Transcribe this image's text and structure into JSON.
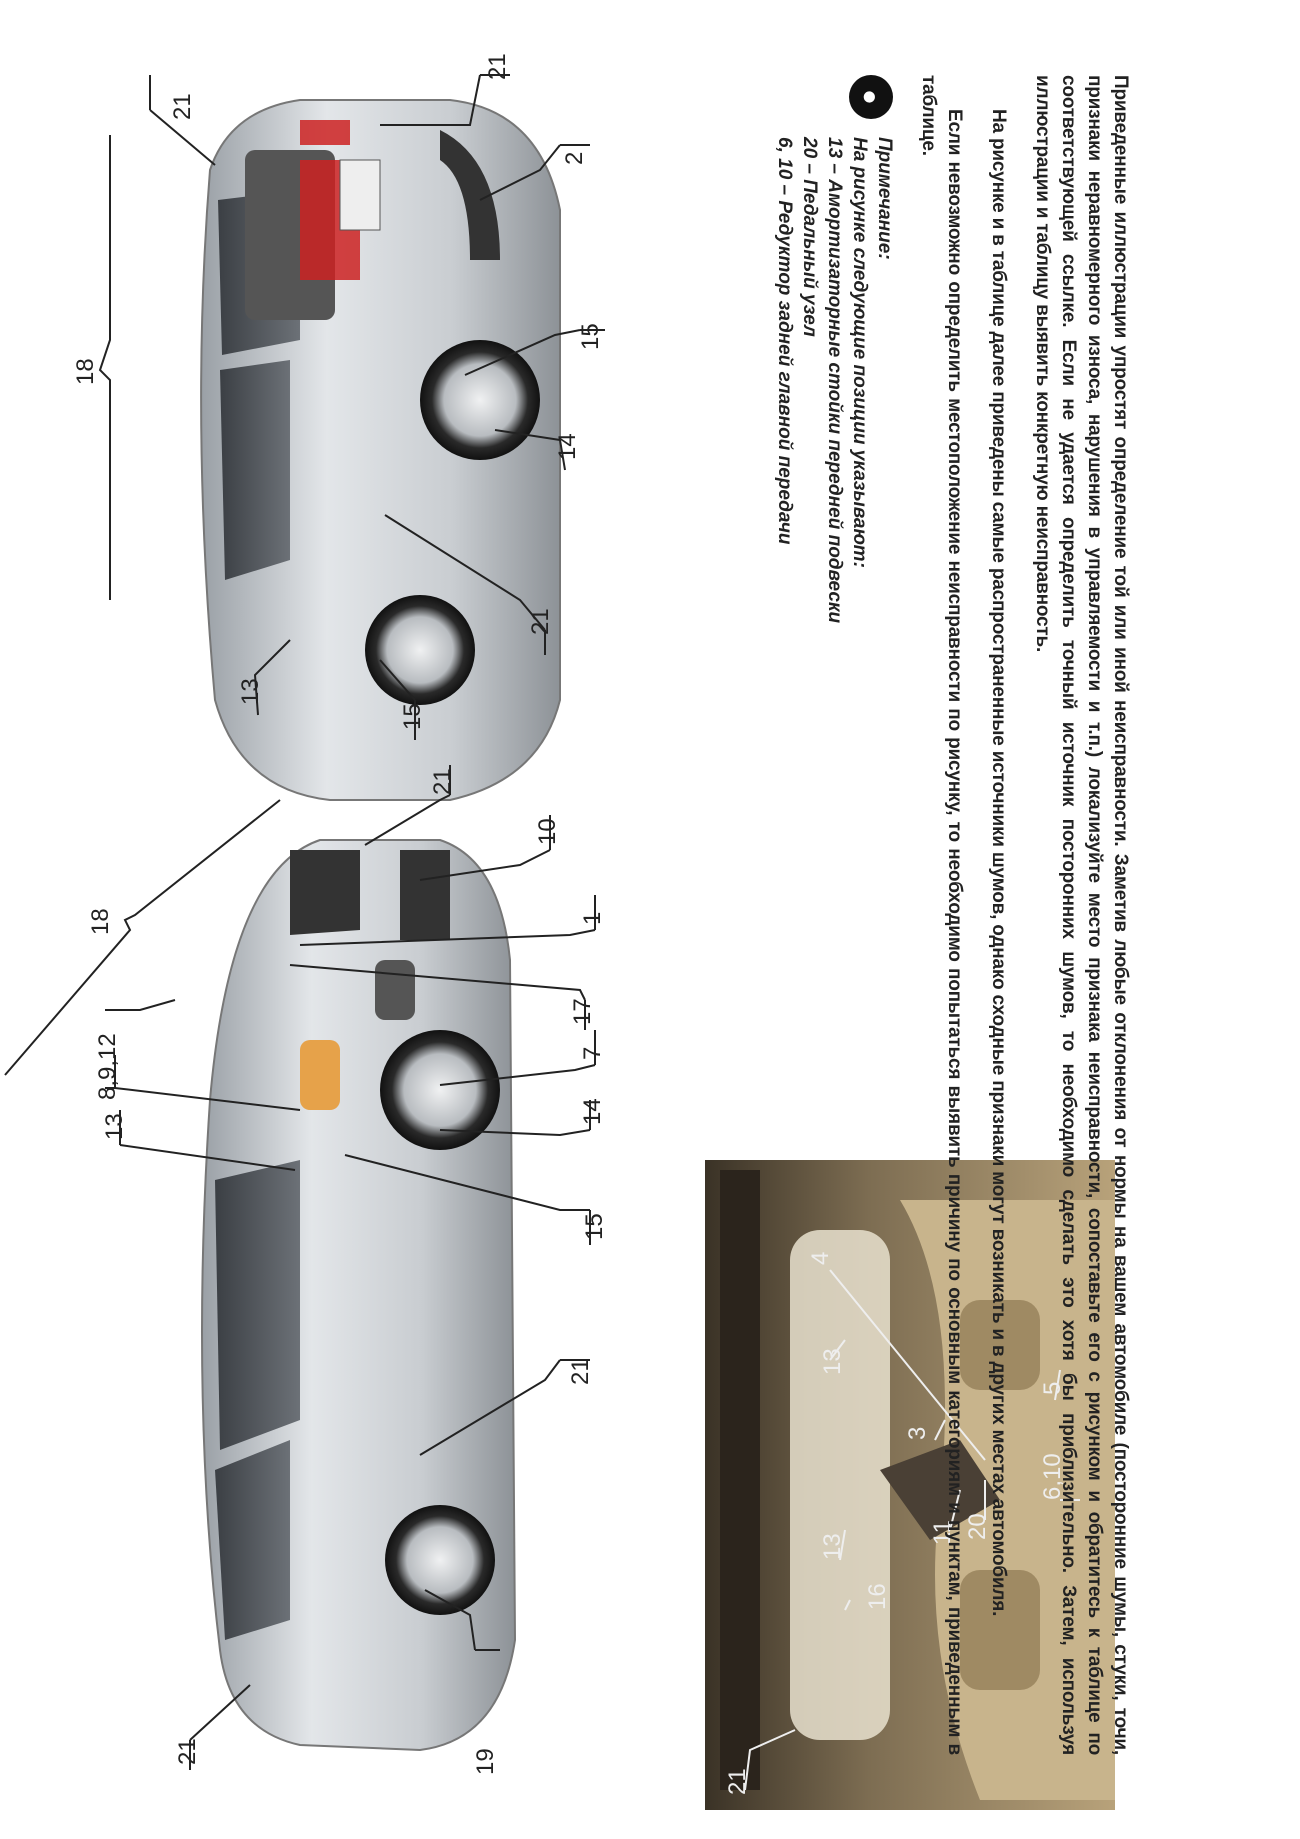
{
  "callouts": {
    "top_car": [
      "21",
      "21",
      "2",
      "15",
      "14",
      "21",
      "15",
      "13",
      "18"
    ],
    "side_car": [
      "21",
      "19",
      "21",
      "15",
      "13",
      "8,9,12",
      "14",
      "7",
      "17",
      "1",
      "10",
      "21",
      "18"
    ],
    "interior": [
      "21",
      "16",
      "13",
      "11",
      "20",
      "13",
      "3",
      "4",
      "5",
      "6,10"
    ]
  },
  "text": {
    "para1": "Приведенные иллюстрации упростят определение той или иной неисправности. Заметив любые отклонения от нормы на вашем автомобиле (посторонние шумы, стуки, точи, признаки неравномерного износа, нарушения в управляемости и т.п.) локализуйте место признака неисправности, сопоставьте его с рисунком и обратитесь к таблице по соответствующей ссылке. Если не удается определить точный источник посторонних шумов, то необходимо сделать это хотя бы приблизительно. Затем, используя иллюстрации и таблицу выявить конкретную неисправность.",
    "para2": "На рисунке и в таблице далее приведены самые распространенные источники шумов, однако сходные признаки могут возникать и в других местах автомобиля.",
    "para3": "Если невозможно определить местоположение неисправности по рисунку, то необходимо попытаться выявить причину по основным категориям и пунктам, приведенным в таблице.",
    "note_title": "Примечание:",
    "note_intro": "На рисунке следующие позиции указывают:",
    "note_items": [
      "13 – Амортизаторные стойки передней подвески",
      "20 – Педальный узел",
      "6, 10 – Редуктор задней главной передачи"
    ],
    "bulb_icon": "lightbulb-icon"
  }
}
